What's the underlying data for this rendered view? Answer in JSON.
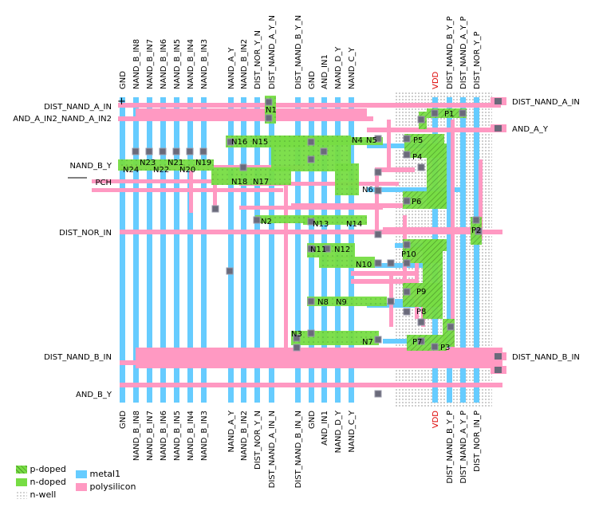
{
  "layout_labels": {
    "top_columns": [
      "GND",
      "NAND_B_IN8",
      "NAND_B_IN7",
      "NAND_B_IN6",
      "NAND_B_IN5",
      "NAND_B_IN4",
      "NAND_B_IN3",
      "NAND_A_Y",
      "NAND_B_IN2",
      "DIST_NOR_Y_N",
      "DIST_NAND_A_Y_N",
      "DIST_NAND_B_Y_N",
      "GND",
      "AND_IN1",
      "NAND_D_Y",
      "NAND_C_Y",
      "VDD",
      "DIST_NAND_B_Y_P",
      "DIST_NAND_A_Y_P",
      "DIST_NOR_Y_P"
    ],
    "bottom_columns": [
      "GND",
      "NAND_B_IN8",
      "NAND_B_IN7",
      "NAND_B_IN6",
      "NAND_B_IN5",
      "NAND_B_IN4",
      "NAND_B_IN3",
      "NAND_A_Y",
      "NAND_B_IN2",
      "DIST_NOR_Y_N",
      "DIST_NAND_A_IN_N",
      "DIST_NAND_B_IN_N",
      "GND",
      "AND_IN1",
      "NAND_D_Y",
      "NAND_C_Y",
      "VDD",
      "DIST_NAND_B_Y_P",
      "DIST_NAND_A_Y_P",
      "DIST_NOR_IN_P"
    ],
    "left_rows": [
      "DIST_NAND_A_IN",
      "AND_A_IN2_NAND_A_IN2",
      "NAND_B_Y",
      "PCH",
      "DIST_NOR_IN",
      "DIST_NAND_B_IN",
      "AND_B_Y"
    ],
    "right_rows": [
      "DIST_NAND_A_IN",
      "AND_A_Y",
      "DIST_NAND_B_IN"
    ],
    "transistors": [
      "N1",
      "N2",
      "N3",
      "N4",
      "N5",
      "N6",
      "N7",
      "N8",
      "N9",
      "N10",
      "N11",
      "N12",
      "N13",
      "N14",
      "N15",
      "N16",
      "N17",
      "N18",
      "N19",
      "N20",
      "N21",
      "N22",
      "N23",
      "N24",
      "P1",
      "P2",
      "P3",
      "P4",
      "P5",
      "P6",
      "P7",
      "P8",
      "P9",
      "P10"
    ],
    "origin_mark": "+"
  },
  "legend": {
    "p_doped": "p-doped",
    "n_doped": "n-doped",
    "n_well": "n-well",
    "metal1": "metal1",
    "polysilicon": "polysilicon"
  },
  "colors": {
    "metal1": "#66ccff",
    "polysilicon": "#ff99c2",
    "n_doped": "#77dd44",
    "p_doped": "#77dd44",
    "contact": "#6a6a7a",
    "vdd_label": "#dd0000",
    "text": "#000000"
  }
}
